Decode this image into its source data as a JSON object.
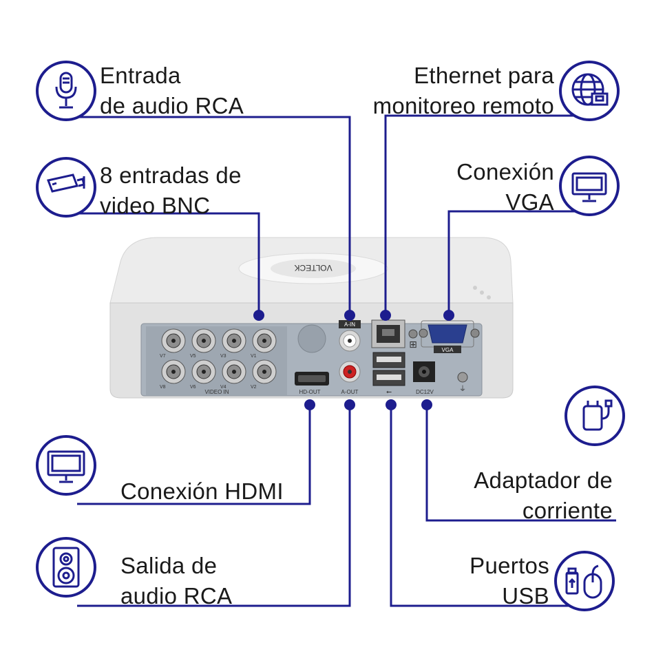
{
  "callouts": {
    "audio_in": {
      "line1": "Entrada",
      "line2": "de audio RCA"
    },
    "bnc": {
      "line1": "8 entradas de",
      "line2": "video BNC"
    },
    "ethernet": {
      "line1": "Ethernet para",
      "line2": "monitoreo remoto"
    },
    "vga": {
      "line1": "Conexión",
      "line2": "VGA"
    },
    "hdmi": {
      "line1": "Conexión HDMI"
    },
    "audio_out": {
      "line1": "Salida de",
      "line2": "audio RCA"
    },
    "power": {
      "line1": "Adaptador de",
      "line2": "corriente"
    },
    "usb": {
      "line1": "Puertos",
      "line2": "USB"
    }
  },
  "device": {
    "brand": "VOLTECK",
    "ports": {
      "video_in": "VIDEO IN",
      "a_in": "A-IN",
      "a_out": "A-OUT",
      "hd_out": "HD-OUT",
      "vga": "VGA",
      "dc": "DC12V",
      "bnc_top": [
        "V7",
        "V5",
        "V3",
        "V1"
      ],
      "bnc_bottom": [
        "V8",
        "V6",
        "V4",
        "V2"
      ]
    }
  },
  "icons": {
    "audio_in": "microphone-icon",
    "bnc": "cctv-camera-icon",
    "ethernet": "globe-network-icon",
    "vga": "monitor-icon",
    "hdmi": "monitor-icon",
    "audio_out": "speaker-icon",
    "power": "power-adapter-icon",
    "usb": "usb-mouse-icon"
  },
  "colors": {
    "accent": "#1d1d8e",
    "device_body": "#e9e9e9",
    "panel": "#a9b2bb"
  }
}
